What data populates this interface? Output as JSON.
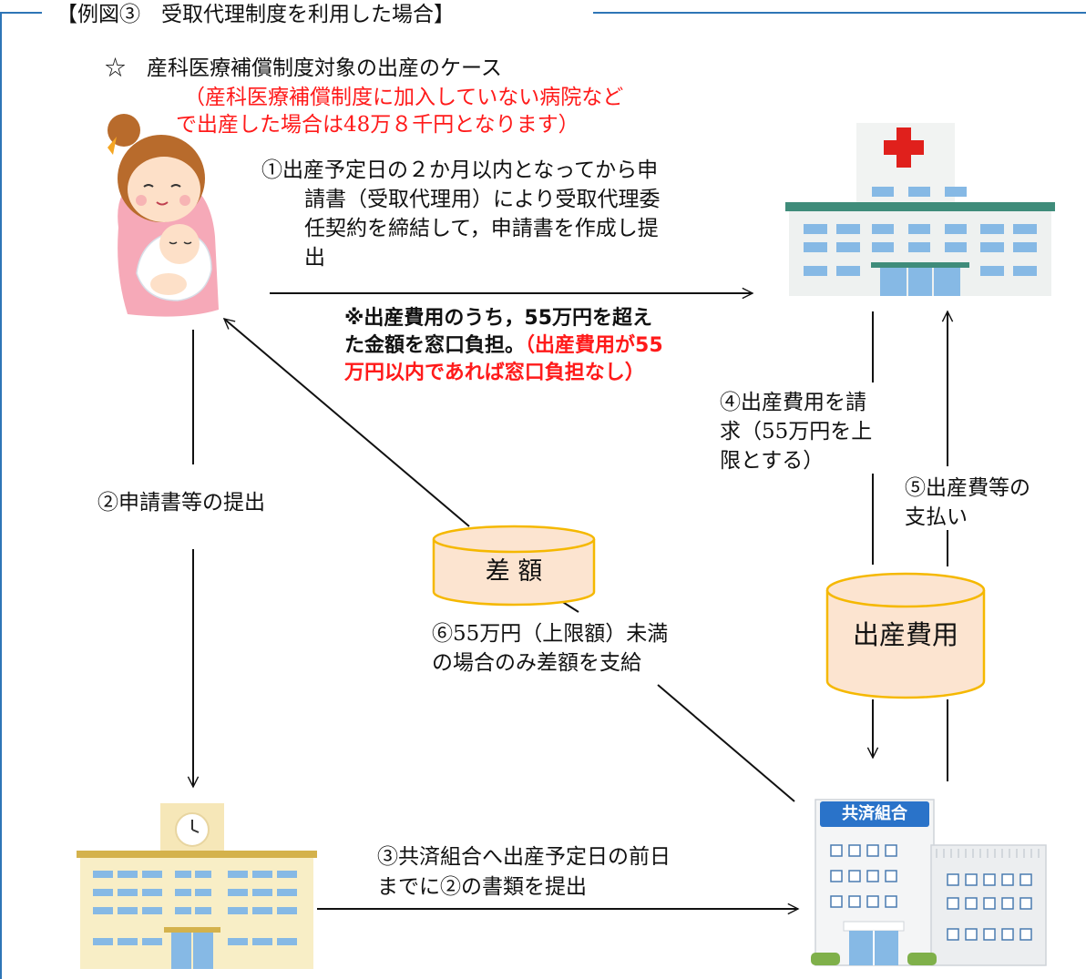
{
  "frame": {
    "title": "【例図③　受取代理制度を利用した場合】",
    "subtitle": "☆　産科医療補償制度対象の出産のケース",
    "note_red": [
      "（産科医療補償制度に加入していない病院など",
      "で出産した場合は48万８千円となります）"
    ]
  },
  "steps": {
    "step1": [
      "①出産予定日の２か月以内となってから申",
      "請書（受取代理用）により受取代理委",
      "任契約を締結して，申請書を作成し提",
      "出"
    ],
    "burden_black": [
      "※出産費用のうち，55万円を超え",
      "た金額を窓口負担。"
    ],
    "burden_red": [
      "（出産費用が55",
      "万円以内であれば窓口負担なし）"
    ],
    "step2": "②申請書等の提出",
    "step3": [
      "③共済組合へ出産予定日の前日",
      "までに②の書類を提出"
    ],
    "step4": [
      "④出産費用を請",
      "求（55万円を上",
      "限とする）"
    ],
    "step5": [
      "⑤出産費等の",
      "支払い"
    ],
    "step6": [
      "⑥55万円（上限額）未満",
      "の場合のみ差額を支給"
    ]
  },
  "labels": {
    "difference": "差 額",
    "birth_cost": "出産費用",
    "kyosai_sign": "共済組合"
  },
  "colors": {
    "frame": "#2e75b6",
    "note_red": "#ff1a1a",
    "cylinder_fill": "#fce4d0",
    "cylinder_stroke": "#f5b800",
    "hospital_cross": "#e0201c",
    "kyosai_sign_bg": "#2a73c9"
  }
}
